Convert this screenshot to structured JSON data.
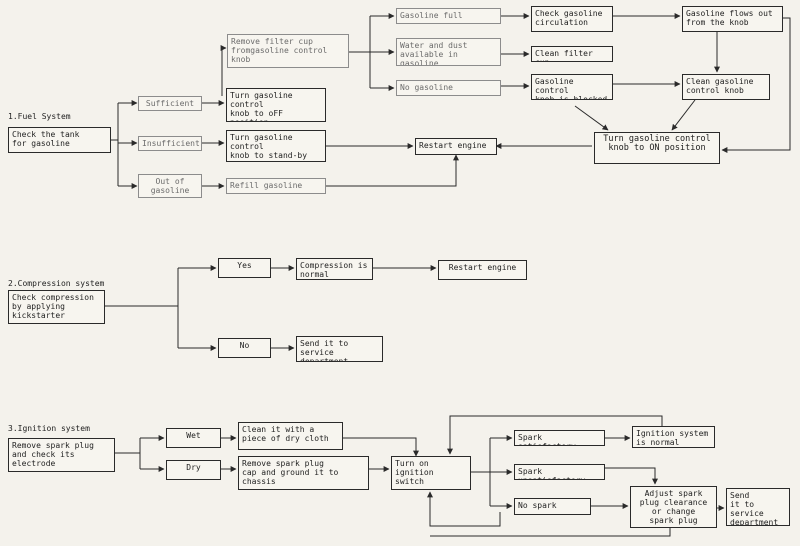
{
  "sections": {
    "fuel": "1.Fuel System",
    "compression": "2.Compression system",
    "ignition": "3.Ignition system"
  },
  "fuel": {
    "check_tank": "Check the tank\nfor gasoline",
    "sufficient": "Sufficient",
    "insufficient": "Insufficient",
    "out_of_gasoline": "Out of\ngasoline",
    "remove_filter_cup": "Remove filter cup\nfromgasoline control\nknob",
    "turn_off": "Turn gasoline control\nknob to oFF\nposition",
    "turn_standby": "Turn gasoline control\nknob to stand-by\nposition",
    "refill": "Refill gasoline",
    "restart": "Restart engine",
    "gasoline_full": "Gasoline full",
    "water_dust": "Water and dust\navailable in gasoline",
    "no_gasoline": "No gasoline",
    "check_circulation": "Check gasoline\ncirculation",
    "clean_filter_cup": "Clean filter cup",
    "knob_blocked": "Gasoline control\nknob is blocked",
    "flows_out": "Gasoline flows out\nfrom the knob",
    "clean_knob": "Clean gasoline\ncontrol knob",
    "turn_on": "Turn gasoline control\nknob to ON position"
  },
  "compression": {
    "check": "Check compression\nby applying\nkickstarter",
    "yes": "Yes",
    "no": "No",
    "normal": "Compression is\nnormal",
    "restart": "Restart engine",
    "service": "Send it to service\ndepartment"
  },
  "ignition": {
    "remove_plug": "Remove spark plug\nand check its\nelectrode",
    "wet": "Wet",
    "dry": "Dry",
    "clean_cloth": "Clean it with a\npiece of dry cloth",
    "remove_cap": "Remove spark plug\ncap and ground it to\nchassis",
    "turn_on_switch": "Turn on ignition\nswitch",
    "spark_satisfactory": "Spark satisfactory",
    "spark_unsatisfactory": "Spark unsatisfactory",
    "no_spark": "No spark",
    "system_normal": "Ignition system\nis normal",
    "adjust": "Adjust spark\nplug clearance\nor change\nspark plug",
    "service": "Send\nit to service\ndepartment"
  }
}
